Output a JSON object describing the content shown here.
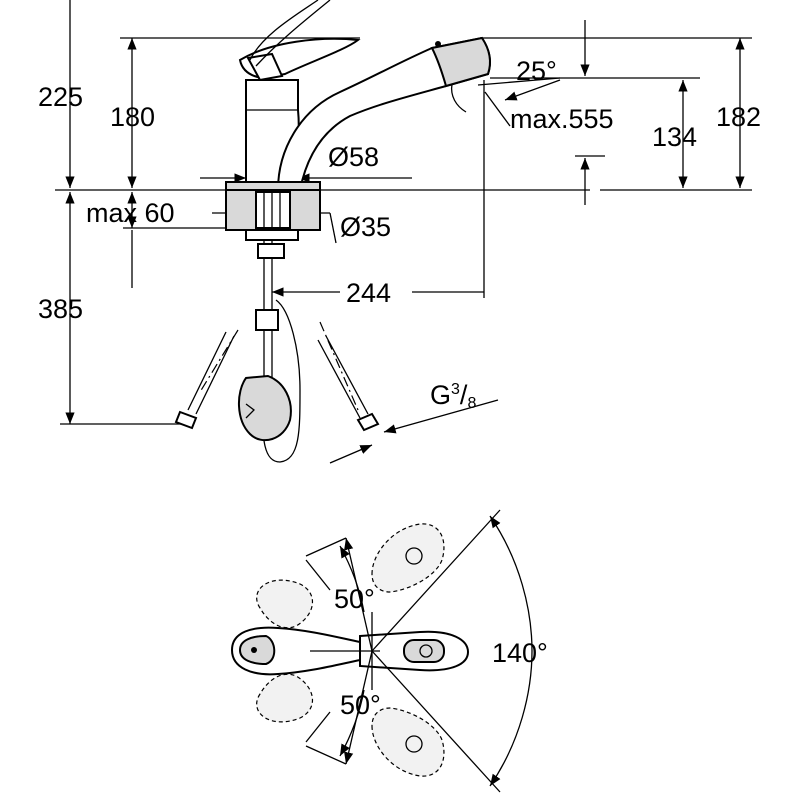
{
  "dimensions": {
    "d225": "225",
    "d180": "180",
    "d385": "385",
    "d25deg": "25°",
    "dmax555": "max.555",
    "d134": "134",
    "d182": "182",
    "d58": "Ø58",
    "dmax60": "max 60",
    "d35": "Ø35",
    "d244": "244",
    "thread_g": "G",
    "thread_num": "3",
    "thread_slash": "/",
    "thread_den": "8"
  },
  "angles": {
    "upper": "50°",
    "lower": "50°",
    "total": "140°"
  }
}
